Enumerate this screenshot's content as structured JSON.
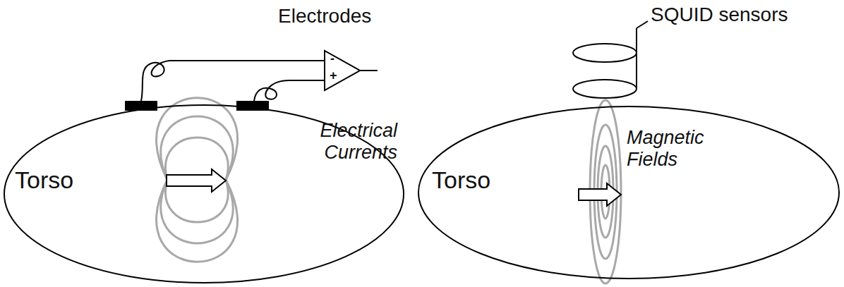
{
  "diagram": {
    "nodes": [
      {
        "text": [
          "Torso",
          "Electrical Currents"
        ]
      },
      {
        "text": [
          "Torso",
          "Magnetic Fields"
        ]
      }
    ],
    "labels": [
      "Electrodes",
      "SQUID sensors",
      "-",
      "+"
    ]
  }
}
